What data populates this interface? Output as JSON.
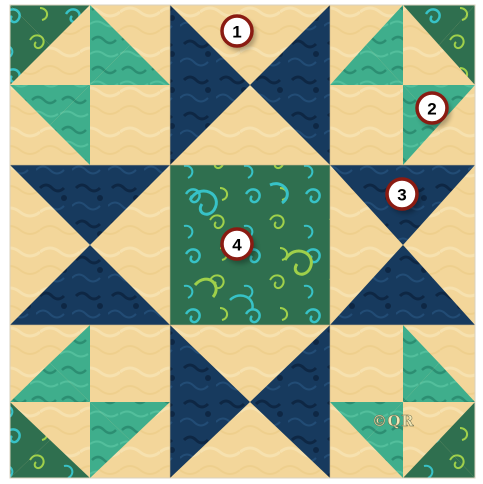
{
  "title": "",
  "colors": {
    "cream": "#f3d69a",
    "cream_light": "#f8e3b2",
    "navy": "#173a5e",
    "navy_dark": "#0f2a48",
    "green": "#3fae8c",
    "green_dark": "#2a8a72",
    "batik_green": "#2f6f4f",
    "batik_swirl": "#37c2c7",
    "batik_lime": "#9fd04a",
    "marker_ring": "#8a1b12",
    "grid_line": "#c9b58a"
  },
  "markers": [
    {
      "label": "1",
      "name": "fabric-marker-1"
    },
    {
      "label": "2",
      "name": "fabric-marker-2"
    },
    {
      "label": "3",
      "name": "fabric-marker-3"
    },
    {
      "label": "4",
      "name": "fabric-marker-4"
    }
  ],
  "watermark": "©QR"
}
